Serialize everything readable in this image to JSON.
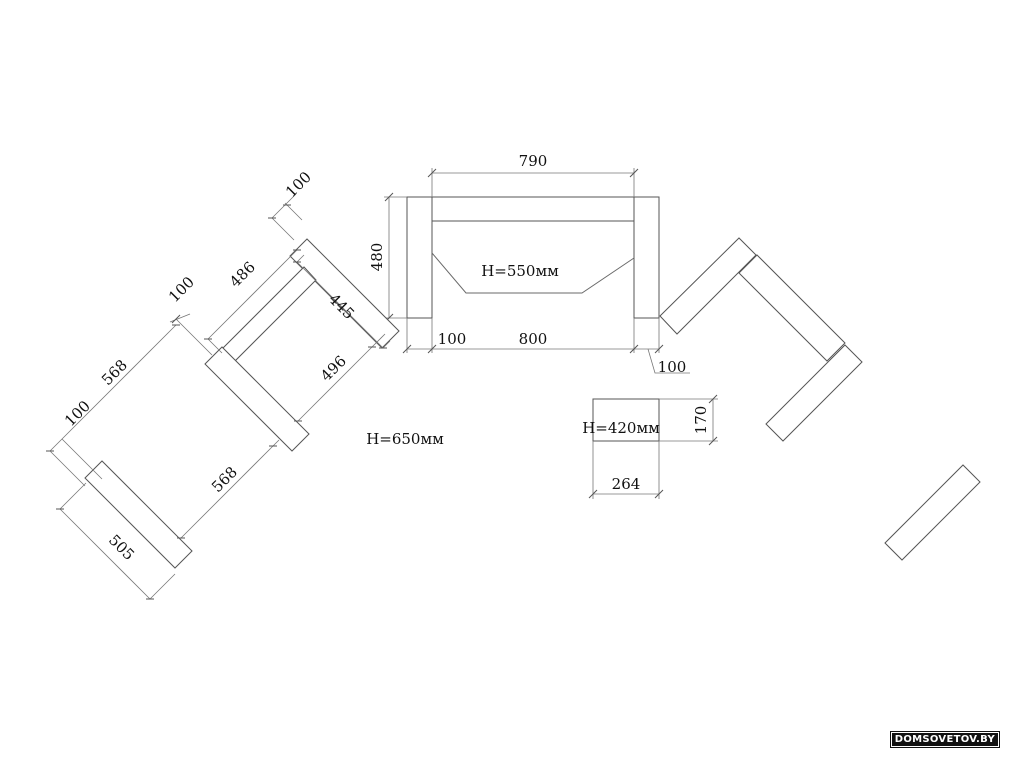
{
  "labels": {
    "d790": "790",
    "d480": "480",
    "d100_bottom_left": "100",
    "d800": "800",
    "d100_bottom_right": "100",
    "h550": "H=550мм",
    "d100_top_diag": "100",
    "d486": "486",
    "d445": "445",
    "d496": "496",
    "d100_left_upper": "100",
    "d568_upper": "568",
    "d100_left_lower": "100",
    "d568_lower": "568",
    "d505": "505",
    "h650": "H=650мм",
    "h420": "H=420мм",
    "d170": "170",
    "d264": "264"
  },
  "watermark": "DOMSOVETOV.BY"
}
